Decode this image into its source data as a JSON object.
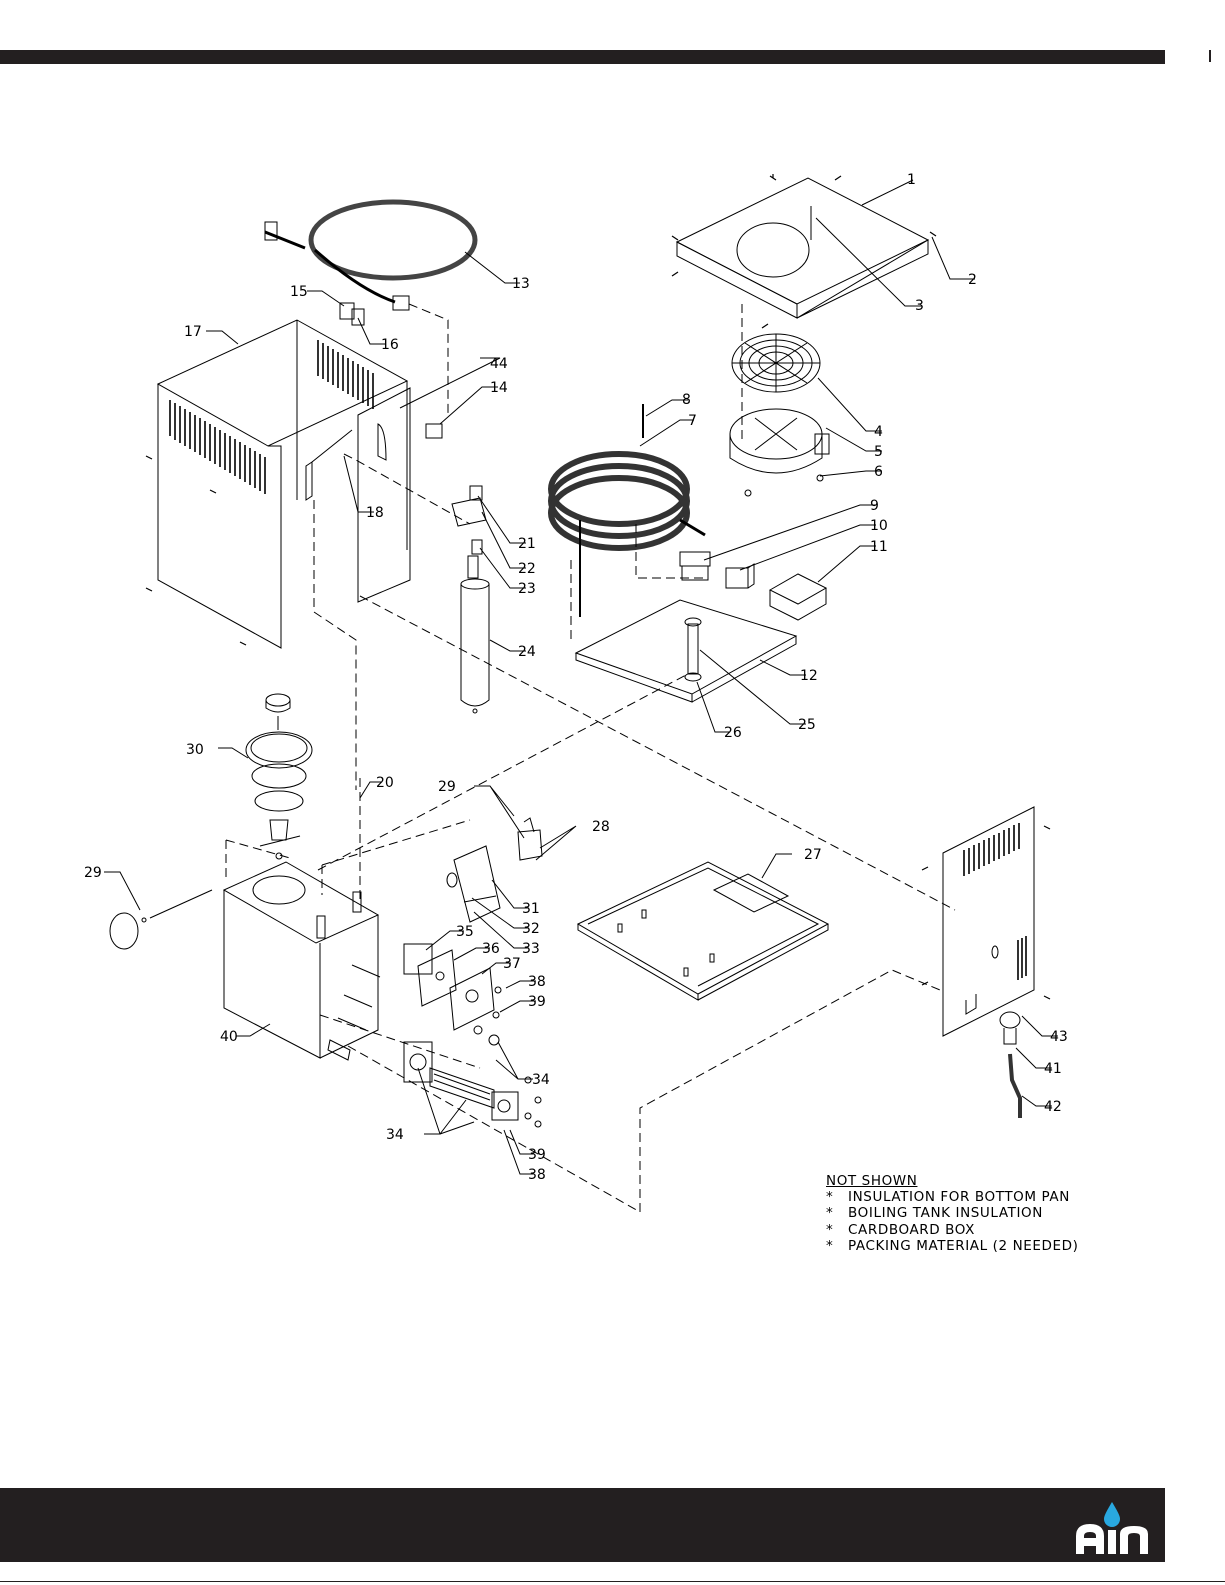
{
  "callouts": [
    {
      "n": "1"
    },
    {
      "n": "2"
    },
    {
      "n": "3"
    },
    {
      "n": "4"
    },
    {
      "n": "5"
    },
    {
      "n": "6"
    },
    {
      "n": "7"
    },
    {
      "n": "8"
    },
    {
      "n": "9"
    },
    {
      "n": "10"
    },
    {
      "n": "11"
    },
    {
      "n": "12"
    },
    {
      "n": "13"
    },
    {
      "n": "14"
    },
    {
      "n": "15"
    },
    {
      "n": "16"
    },
    {
      "n": "17"
    },
    {
      "n": "18"
    },
    {
      "n": "20"
    },
    {
      "n": "21"
    },
    {
      "n": "22"
    },
    {
      "n": "23"
    },
    {
      "n": "24"
    },
    {
      "n": "25"
    },
    {
      "n": "26"
    },
    {
      "n": "27"
    },
    {
      "n": "28"
    },
    {
      "n": "29"
    },
    {
      "n": "29"
    },
    {
      "n": "30"
    },
    {
      "n": "31"
    },
    {
      "n": "32"
    },
    {
      "n": "33"
    },
    {
      "n": "34"
    },
    {
      "n": "34"
    },
    {
      "n": "35"
    },
    {
      "n": "36"
    },
    {
      "n": "37"
    },
    {
      "n": "38"
    },
    {
      "n": "38"
    },
    {
      "n": "39"
    },
    {
      "n": "39"
    },
    {
      "n": "40"
    },
    {
      "n": "41"
    },
    {
      "n": "42"
    },
    {
      "n": "43"
    },
    {
      "n": "44"
    }
  ],
  "not_shown": {
    "title": "NOT SHOWN",
    "items": [
      "*   INSULATION FOR BOTTOM PAN",
      "*   BOILING TANK INSULATION",
      "*   CARDBOARD BOX",
      "*   PACKING MATERIAL (2 NEEDED)"
    ]
  },
  "logo": {
    "text": "An",
    "accent_color": "#29a8e0",
    "icon": "an-logo-icon"
  },
  "colors": {
    "bar": "#231f20",
    "line": "#000000"
  }
}
